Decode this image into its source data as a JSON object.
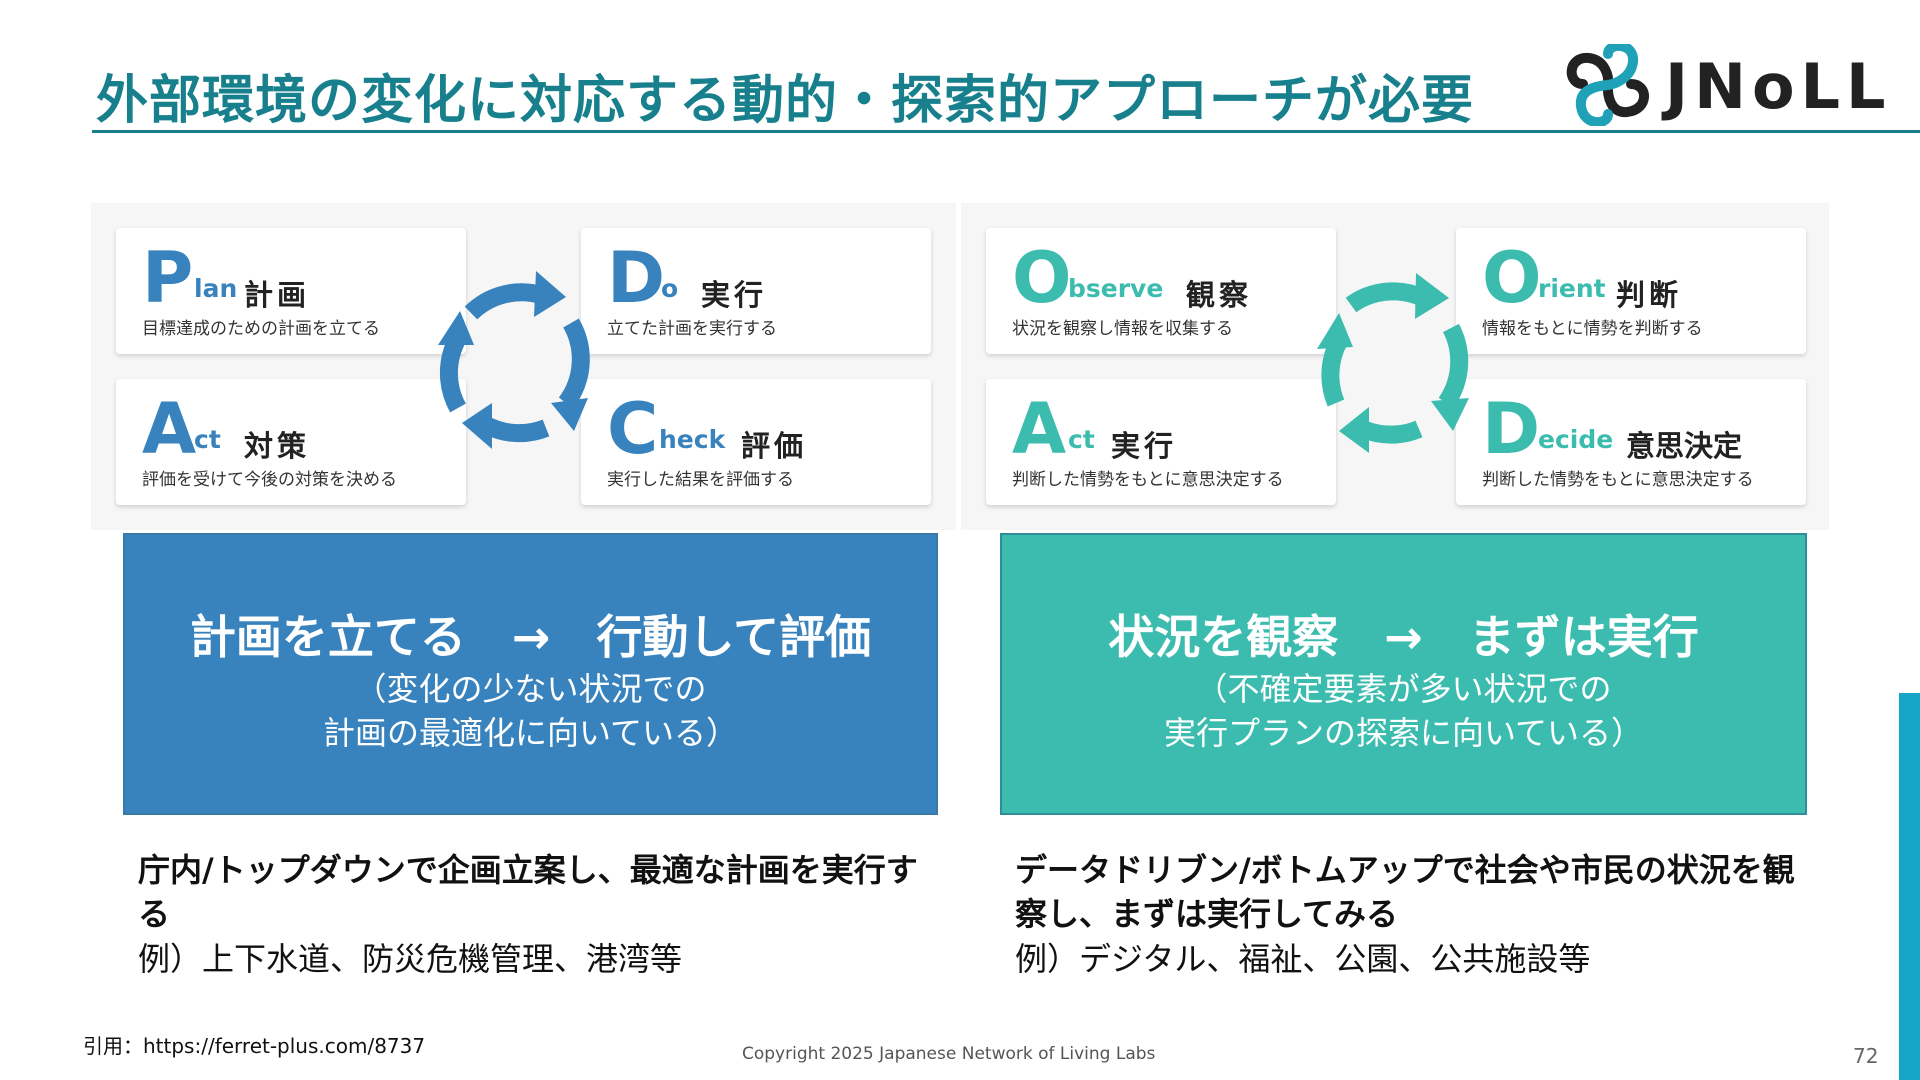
{
  "title": "外部環境の変化に対応する動的・探索的アプローチが必要",
  "logo": {
    "text": "JNoLL",
    "brand_color": "#17808c"
  },
  "pdca": {
    "accent": "#3883bd",
    "cards": [
      {
        "letter": "P",
        "word": "lan",
        "jp": "計画",
        "desc": "目標達成のための計画を立てる"
      },
      {
        "letter": "D",
        "word": "o",
        "jp": "実行",
        "desc": "立てた計画を実行する"
      },
      {
        "letter": "A",
        "word": "ct",
        "jp": "対策",
        "desc": "評価を受けて今後の対策を決める"
      },
      {
        "letter": "C",
        "word": "heck",
        "jp": "評価",
        "desc": "実行した結果を評価する"
      }
    ],
    "banner": {
      "main": "計画を立てる　→　行動して評価",
      "sub1": "（変化の少ない状況での",
      "sub2": "計画の最適化に向いている）"
    },
    "description": "庁内/トップダウンで企画立案し、最適な計画を実行する",
    "example": "例）上下水道、防災危機管理、港湾等"
  },
  "ooda": {
    "accent": "#3cbcaf",
    "cards": [
      {
        "letter": "O",
        "word": "bserve",
        "jp": "観察",
        "desc": "状況を観察し情報を収集する"
      },
      {
        "letter": "O",
        "word": "rient",
        "jp": "判断",
        "desc": "情報をもとに情勢を判断する"
      },
      {
        "letter": "A",
        "word": "ct",
        "jp": "実行",
        "desc": "判断した情勢をもとに意思決定する"
      },
      {
        "letter": "D",
        "word": "ecide",
        "jp": "意思決定",
        "desc": "判断した情勢をもとに意思決定する"
      }
    ],
    "banner": {
      "main": "状況を観察　→　まずは実行",
      "sub1": "（不確定要素が多い状況での",
      "sub2": "実行プランの探索に向いている）"
    },
    "description": "データドリブン/ボトムアップで社会や市民の状況を観察し、まずは実行してみる",
    "example": "例）デジタル、福祉、公園、公共施設等"
  },
  "footer": {
    "citation": "引用：https://ferret-plus.com/8737",
    "copyright": "Copyright 2025  Japanese Network of Living Labs",
    "page_number": "72"
  }
}
